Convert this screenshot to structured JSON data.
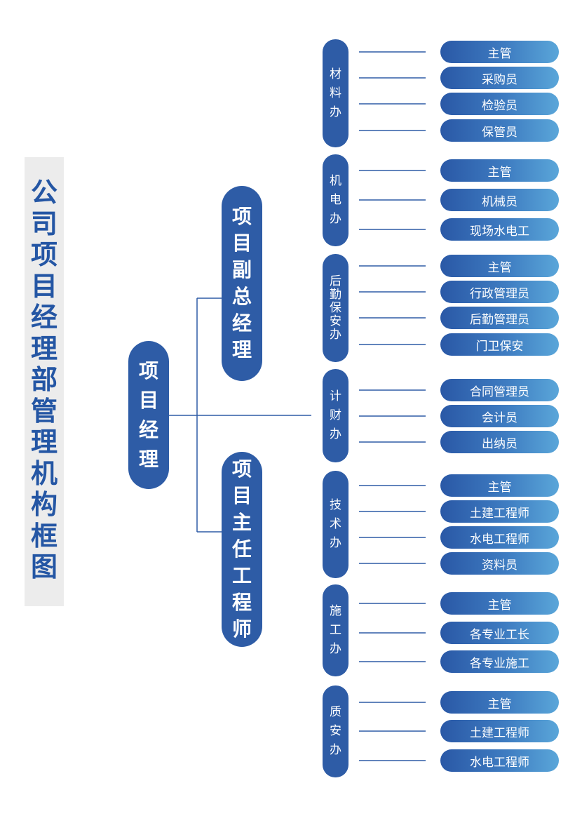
{
  "title": "公司项目经理部管理机构框图",
  "colors": {
    "node": "#2e5ca6",
    "line": "#2e5ca6",
    "title_text": "#2456a4",
    "title_band": "#ececec",
    "role_gradient_start": "#2a58a6",
    "role_gradient_end": "#5aa6d9"
  },
  "root": {
    "label": "项目经理"
  },
  "deputies": [
    {
      "label": "项目副总经理"
    },
    {
      "label": "项目主任工程师"
    }
  ],
  "offices": [
    {
      "label": "材料办",
      "roles": [
        "主管",
        "采购员",
        "检验员",
        "保管员"
      ]
    },
    {
      "label": "机电办",
      "roles": [
        "主管",
        "机械员",
        "现场水电工"
      ]
    },
    {
      "label": "后勤保安办",
      "roles": [
        "主管",
        "行政管理员",
        "后勤管理员",
        "门卫保安"
      ]
    },
    {
      "label": "计财办",
      "roles": [
        "合同管理员",
        "会计员",
        "出纳员"
      ]
    },
    {
      "label": "技术办",
      "roles": [
        "主管",
        "土建工程师",
        "水电工程师",
        "资料员"
      ]
    },
    {
      "label": "施工办",
      "roles": [
        "主管",
        "各专业工长",
        "各专业施工"
      ]
    },
    {
      "label": "质安办",
      "roles": [
        "主管",
        "土建工程师",
        "水电工程师"
      ]
    }
  ]
}
